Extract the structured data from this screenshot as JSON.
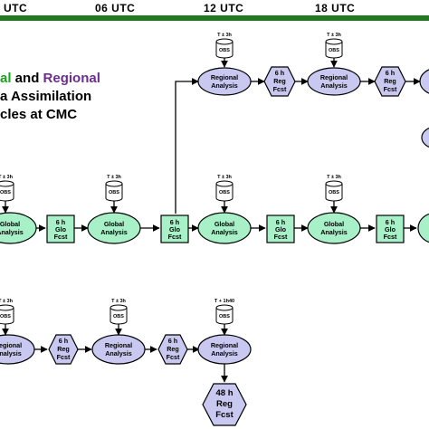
{
  "diagram_data": {
    "timeline": {
      "color": "#1f7a1f",
      "labels": [
        "UTC",
        "06 UTC",
        "12 UTC",
        "18 UTC"
      ]
    },
    "title": {
      "line1_part1": "al",
      "line1_and": " and ",
      "line1_part2": "Regional",
      "line2": "a Assimilation",
      "line3": "cles at CMC",
      "color_global": "#1aa31a",
      "color_regional": "#6b2d8f"
    },
    "colors": {
      "global_fill": "#a8f0c8",
      "regional_fill": "#c8c8f0",
      "stroke": "#000000"
    },
    "obs_label": "OBS",
    "time_window": "T ± 3h",
    "time_window_long": "T + 1h40",
    "global_analysis": [
      "Global",
      "Analysis"
    ],
    "regional_analysis": [
      "Regional",
      "Analysis"
    ],
    "glo_fcst": [
      "6 h",
      "Glo",
      "Fcst"
    ],
    "reg_fcst": [
      "6 h",
      "Reg",
      "Fcst"
    ],
    "long_fcst": [
      "48 h",
      "Reg",
      "Fcst"
    ]
  }
}
